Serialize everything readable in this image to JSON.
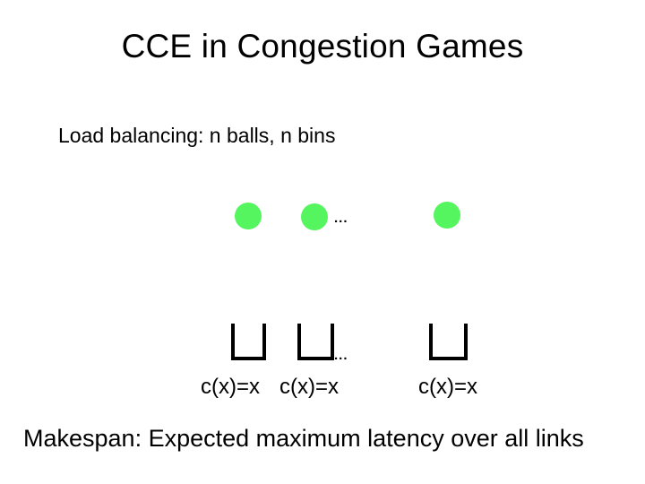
{
  "slide": {
    "title": "CCE in Congestion Games",
    "subtitle": "Load balancing:  n balls, n bins",
    "footer_text": "Makespan: Expected maximum latency over all links",
    "background_color": "#ffffff",
    "text_color": "#000000"
  },
  "diagram": {
    "ball_color": "#55f55f",
    "bin_stroke_color": "#000000",
    "balls": [
      {
        "id": "ball-1",
        "label": ""
      },
      {
        "id": "ball-2",
        "label": ""
      },
      {
        "id": "ball-3",
        "label": ""
      }
    ],
    "bins": [
      {
        "id": "bin-1",
        "cost_label": "c(x)=x"
      },
      {
        "id": "bin-2",
        "cost_label": "c(x)=x"
      },
      {
        "id": "bin-3",
        "cost_label": "c(x)=x"
      }
    ],
    "ellipsis_balls": "...",
    "ellipsis_bins": "..."
  }
}
